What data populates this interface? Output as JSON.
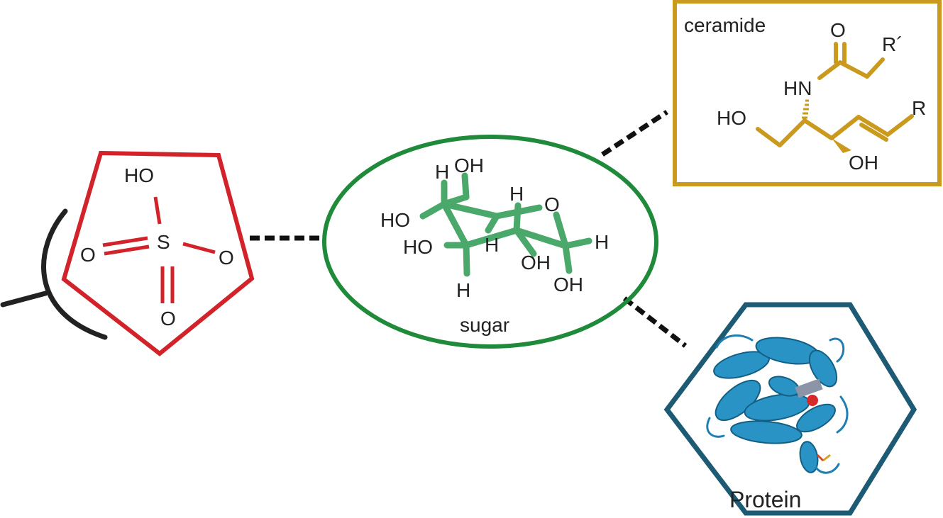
{
  "colors": {
    "sulfate": "#d2232a",
    "sugar": "#1e8a3a",
    "sugar_bonds": "#4aa86a",
    "ceramide": "#c99a1e",
    "protein": "#1d5a73",
    "protein_fill": "#2a93c6",
    "linker": "#111111"
  },
  "sulfate": {
    "atoms": {
      "ho": "HO",
      "s": "S",
      "o_left": "O",
      "o_right": "O",
      "o_bottom": "O"
    }
  },
  "sugar": {
    "label": "sugar",
    "atoms": {
      "h_top": "H",
      "oh_top": "OH",
      "h_mid": "H",
      "ring_o": "O",
      "ho_left": "HO",
      "ho_left2": "HO",
      "h_center": "H",
      "h_right": "H",
      "oh_mid": "OH",
      "oh_bottom": "OH",
      "h_bottom": "H"
    }
  },
  "ceramide": {
    "label": "ceramide",
    "atoms": {
      "o": "O",
      "r_prime": "R´",
      "hn": "HN",
      "ho": "HO",
      "r": "R",
      "oh": "OH"
    }
  },
  "protein": {
    "label": "Protein",
    "icon": "protein-ribbon-icon"
  }
}
